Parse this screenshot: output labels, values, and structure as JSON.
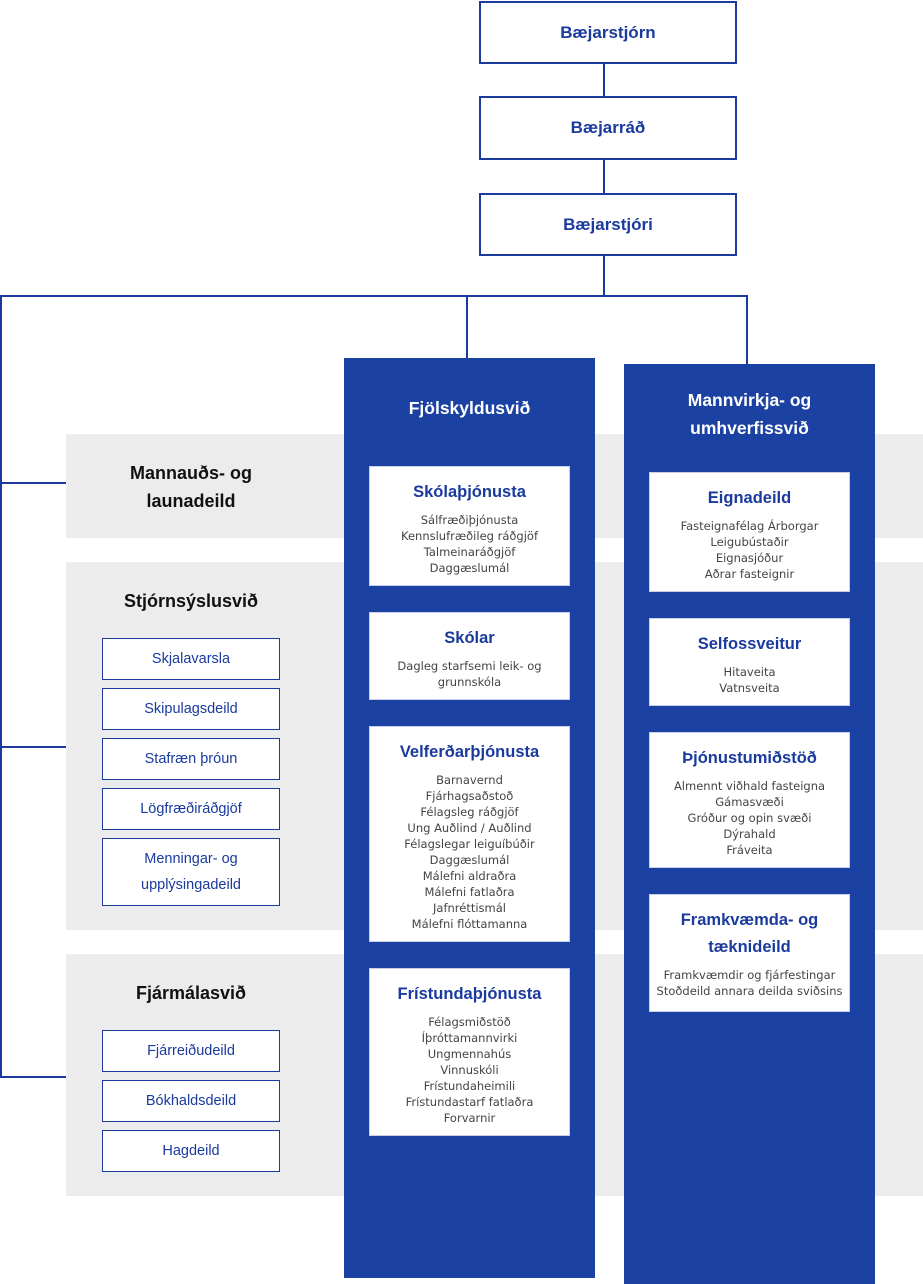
{
  "top": {
    "council": "Bæjarstjórn",
    "board": "Bæjarráð",
    "mayor": "Bæjarstjóri"
  },
  "left": {
    "hr": {
      "title": "Mannauðs- og launadeild"
    },
    "admin": {
      "title": "Stjórnsýslusvið",
      "units": [
        "Skjalavarsla",
        "Skipulagsdeild",
        "Stafræn þróun",
        "Lögfræðiráðgjöf",
        "Menningar- og upplýsingadeild"
      ]
    },
    "finance": {
      "title": "Fjármálasvið",
      "units": [
        "Fjárreiðudeild",
        "Bókhaldsdeild",
        "Hagdeild"
      ]
    }
  },
  "family": {
    "title": "Fjölskyldusvið",
    "cards": [
      {
        "title": "Skólaþjónusta",
        "items": [
          "Sálfræðiþjónusta",
          "Kennslufræðileg ráðgjöf",
          "Talmeinaráðgjöf",
          "Daggæslumál"
        ]
      },
      {
        "title": "Skólar",
        "items": [
          "Dagleg starfsemi leik- og",
          "grunnskóla"
        ]
      },
      {
        "title": "Velferðarþjónusta",
        "items": [
          "Barnavernd",
          "Fjárhagsaðstoð",
          "Félagsleg ráðgjöf",
          "Ung Auðlind / Auðlind",
          "Félagslegar leiguíbúðir",
          "Daggæslumál",
          "Málefni aldraðra",
          "Málefni fatlaðra",
          "Jafnréttismál",
          "Málefni flóttamanna"
        ]
      },
      {
        "title": "Frístundaþjónusta",
        "items": [
          "Félagsmiðstöð",
          "Íþróttamannvirki",
          "Ungmennahús",
          "Vinnuskóli",
          "Frístundaheimili",
          "Frístundastarf fatlaðra",
          "Forvarnir"
        ]
      }
    ]
  },
  "infra": {
    "title": "Mannvirkja- og umhverfissvið",
    "cards": [
      {
        "title": "Eignadeild",
        "items": [
          "Fasteignafélag Árborgar",
          "Leigubústaðir",
          "Eignasjóður",
          "Aðrar fasteignir"
        ]
      },
      {
        "title": "Selfossveitur",
        "items": [
          "Hitaveita",
          "Vatnsveita"
        ]
      },
      {
        "title": "Þjónustumiðstöð",
        "items": [
          "Almennt viðhald fasteigna",
          "Gámasvæði",
          "Gróður og opin svæði",
          "Dýrahald",
          "Fráveita"
        ]
      },
      {
        "title": "Framkvæmda- og tæknideild",
        "items": [
          "Framkvæmdir og fjárfestingar",
          "Stoðdeild annara deilda sviðsins"
        ]
      }
    ]
  },
  "colors": {
    "blue": "#1b41a3",
    "band": "#ececec"
  }
}
